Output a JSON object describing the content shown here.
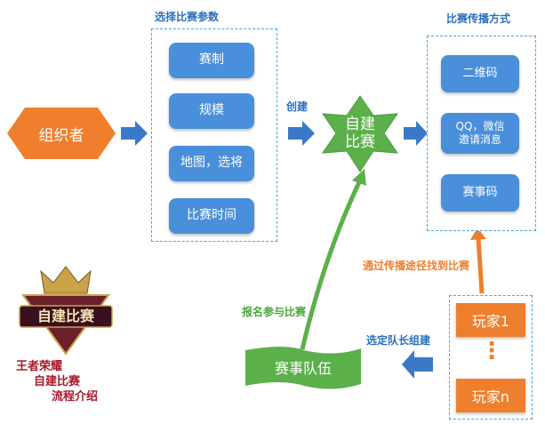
{
  "organizer": "组织者",
  "params": {
    "title": "选择比赛参数",
    "items": [
      "赛制",
      "规模",
      "地图，选将",
      "比赛时间"
    ]
  },
  "create_label": "创建",
  "center": {
    "line1": "自建",
    "line2": "比赛"
  },
  "spread": {
    "title": "比赛传播方式",
    "items": [
      "二维码",
      "QQ，微信\n邀请消息",
      "赛事码"
    ]
  },
  "find_label": "通过传播途径找到比赛",
  "players": {
    "p1": "玩家1",
    "dots": "⋮",
    "p2": "玩家n"
  },
  "captain_label": "选定队长组建",
  "team": "赛事队伍",
  "signup_label": "报名参与比赛",
  "logo": {
    "emblem_text": "自建比赛",
    "caption": [
      "王者荣耀",
      "自建比赛",
      "流程介绍"
    ]
  },
  "colors": {
    "blue": "#4a8fdb",
    "orange": "#ef7f2c",
    "green": "#4aa83a",
    "arrow": "#3b78c8"
  }
}
